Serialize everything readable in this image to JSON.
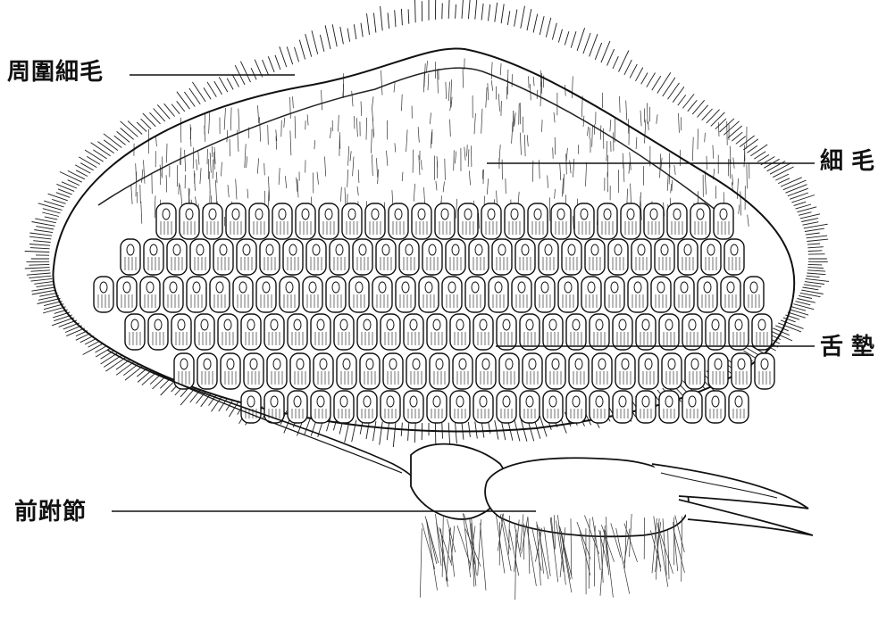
{
  "labels": {
    "marginal_setae": "周圍細毛",
    "setae": "細 毛",
    "tongue_pad": "舌 墊",
    "front_tarsus": "前跗節"
  },
  "colors": {
    "ink": "#111111",
    "background": "#ffffff"
  }
}
